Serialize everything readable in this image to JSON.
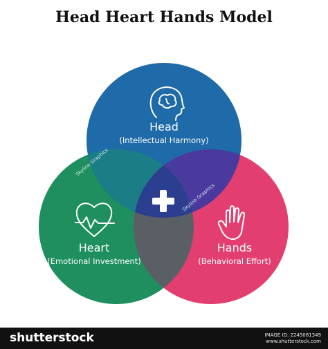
{
  "title": "Head Heart Hands Model",
  "colors": {
    "head": "#1f6aa8",
    "heart": "#1f8f5f",
    "hands": "#e23e6f",
    "center_overlap": "#5a5f66",
    "background": "#ffffff",
    "footer": "#111111"
  },
  "circles": {
    "head": {
      "name": "Head",
      "subtitle": "(Intellectual Harmony)",
      "icon": "brain-head-icon"
    },
    "heart": {
      "name": "Heart",
      "subtitle": "(Emotional Investment)",
      "icon": "heart-pulse-icon"
    },
    "hands": {
      "name": "Hands",
      "subtitle": "(Behavioral Effort)",
      "icon": "raised-hand-icon"
    }
  },
  "center": {
    "symbol": "+",
    "icon": "plus-icon"
  },
  "watermark": {
    "text": "Skyline Graphics"
  },
  "footer": {
    "brand": "shutterstock",
    "image_id": "IMAGE ID: 2245081349",
    "site": "www.shutterstock.com"
  }
}
